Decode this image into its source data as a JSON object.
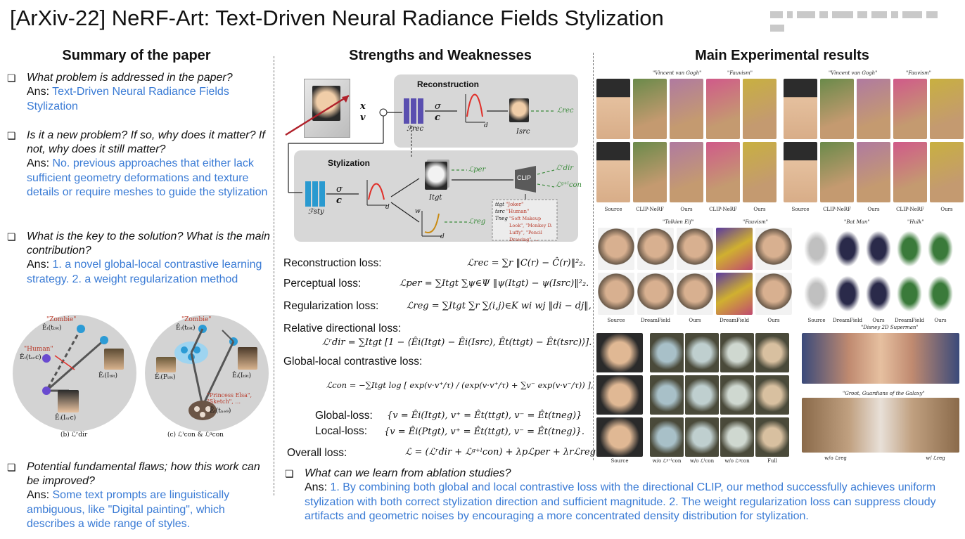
{
  "title": "[ArXiv-22] NeRF-Art: Text-Driven Neural Radiance Fields Stylization",
  "summary": {
    "heading": "Summary of the paper",
    "answer_label": "Ans:",
    "items": [
      {
        "question": "What problem is addressed in the paper?",
        "answer": "Text-Driven Neural Radiance Fields Stylization"
      },
      {
        "question": "Is it a new problem? If so, why does it matter? If not, why does it still matter?",
        "answer": "No. previous approaches that either lack sufficient geometry deformations and texture details or require meshes to guide the stylization"
      },
      {
        "question": "What is the key to the solution? What is the main contribution?",
        "answer": "1. a novel global-local contrastive learning strategy. 2. a weight regularization method"
      },
      {
        "question": "Potential fundamental flaws; how this work can be improved?",
        "answer": "Some text prompts are linguistically ambiguous, like \"Digital painting\", which describes a wide range of styles."
      }
    ],
    "figure": {
      "left_zombie": "\"Zombie\"",
      "left_human": "\"Human\"",
      "left_caption": "(b) ℒʳdir",
      "right_zombie": "\"Zombie\"",
      "right_princess": "\"Princess Elsa\", \"Sketch\", ...",
      "right_caption": "(c) ℒˡcon & ℒᵍcon",
      "t_tgt": "Êₜ(tₜ₉ₜ)",
      "t_src": "Êₜ(tₛᵣc)",
      "i_tgt": "Êᵢ(Iₜ₉ₜ)",
      "i_src": "Êᵢ(Iₛᵣc)",
      "p_tgt": "Êᵢ(Pₜ₉ₜ)",
      "t_neg": "Êₜ(tₙₑ₉)"
    }
  },
  "strengths": {
    "heading": "Strengths and Weaknesses",
    "diagram": {
      "reconstruction": "Reconstruction",
      "stylization": "Stylization",
      "x": "x",
      "v": "v",
      "f_rec": "ℱrec",
      "f_sty": "ℱsty",
      "sigma": "σ",
      "c": "c",
      "d": "d",
      "w": "w",
      "i_src": "Isrc",
      "i_tgt": "Itgt",
      "l_rec": "ℒrec",
      "l_per": "ℒper",
      "l_reg": "ℒreg",
      "l_dir": "ℒʳdir",
      "l_con": "ℒᵍ⁺ˡcon",
      "clip": "CLIP",
      "prompt_tgt": "\"Joker\"",
      "prompt_src": "\"Human\"",
      "prompt_neg": "\"Soft Makeup Look\", \"Monkey D. Luffy\", \"Pencil Drawing\", ...",
      "t_tgt_label": "ttgt",
      "t_src_label": "tsrc",
      "t_neg_label": "Tneg"
    },
    "losses": [
      {
        "label": "Reconstruction loss:",
        "formula": "ℒrec = ∑r ‖C(r) − Ĉ(r)‖²₂."
      },
      {
        "label": "Perceptual loss:",
        "formula": "ℒper = ∑Itgt ∑ψ∈Ψ ‖ψ(Itgt) − ψ(Isrc)‖²₂."
      },
      {
        "label": "Regularization loss:",
        "formula": "ℒreg = ∑Itgt ∑r ∑(i,j)∈K wi wj ‖di − dj‖,"
      },
      {
        "label": "Relative directional  loss:",
        "formula": "ℒʳdir = ∑Itgt [1 − ⟨Êi(Itgt) − Êi(Isrc), Êt(ttgt) − Êt(tsrc)⟩]."
      },
      {
        "label": "Global-local contrastive loss:",
        "formula": "ℒcon = −∑Itgt log [ exp(v·v⁺/τ) / (exp(v·v⁺/τ) + ∑v⁻ exp(v·v⁻/τ)) ],"
      },
      {
        "label": "Global-loss:",
        "formula": "{v = Êi(Itgt), v⁺ = Êt(ttgt), v⁻ = Êt(tneg)}"
      },
      {
        "label": "Local-loss:",
        "formula": "{v = Êi(Ptgt), v⁺ = Êt(ttgt), v⁻ = Êt(tneg)}."
      },
      {
        "label": "Overall loss:",
        "formula": "ℒ = (ℒʳdir + ℒᵍ⁺ˡcon) + λpℒper + λrℒreg."
      }
    ]
  },
  "results": {
    "heading": "Main Experimental results",
    "ablation_question": "What can we learn from ablation studies?",
    "ablation_answer": "1. By combining both global and local contrastive loss with the directional CLIP, our method successfully achieves uniform stylization with both correct stylization direction and sufficient magnitude. 2. The weight regularization loss can suppress cloudy artifacts and geometric noises by encouraging a more concentrated density distribution for stylization.",
    "grid1": {
      "styles": [
        "\"Vincent van Gogh\"",
        "\"Fauvism\"",
        "\"Vincent van Gogh\"",
        "\"Fauvism\""
      ],
      "captions": [
        "Source",
        "CLIP-NeRF",
        "Ours",
        "CLIP-NeRF",
        "Ours",
        "Source",
        "CLIP-NeRF",
        "Ours",
        "CLIP-NeRF",
        "Ours"
      ]
    },
    "grid2": {
      "styles": [
        "\"Tolkien Elf\"",
        "\"Fauvism\"",
        "\"Bat Man\"",
        "\"Hulk\""
      ],
      "captions": [
        "Source",
        "DreamField",
        "Ours",
        "DreamField",
        "Ours",
        "Source",
        "DreamField",
        "Ours",
        "DreamField",
        "Ours"
      ]
    },
    "grid3": {
      "captions": [
        "Source",
        "w/o ℒᵍ⁺ˡcon",
        "w/o ℒˡcon",
        "w/o ℒᵍcon",
        "Full"
      ],
      "superman": "\"Disney 2D Superman\"",
      "groot": "\"Groot, Guardians of the Galaxy\"",
      "wo_reg": "w/o ℒreg",
      "w_reg": "w/ ℒreg"
    }
  },
  "colors": {
    "answer": "#3a7bd5",
    "panel": "#d7d7d7",
    "arrow": "#e0302a",
    "loss_green": "#3a8a3a"
  }
}
